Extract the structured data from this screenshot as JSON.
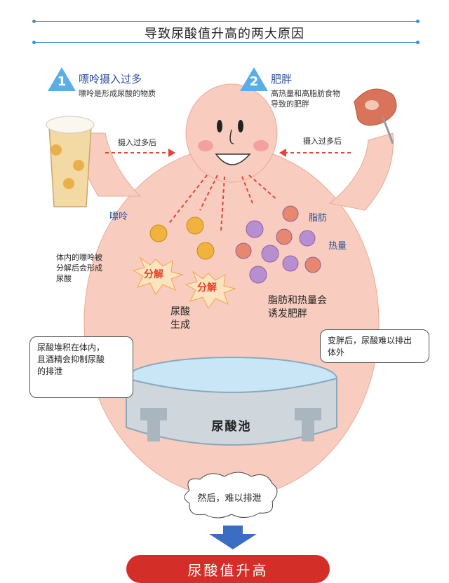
{
  "title": "导致尿酸值升高的两大原因",
  "cause1": {
    "number": "1",
    "heading": "嘌呤摄入过多",
    "sub": "嘌呤是形成尿酸的物质"
  },
  "cause2": {
    "number": "2",
    "heading": "肥胖",
    "sub_lines": [
      "高热量和高脂肪食物",
      "导致的肥胖"
    ]
  },
  "labels": {
    "intake_left": "摄入过多后",
    "intake_right": "摄入过多后",
    "purine": "嘌呤",
    "fat": "脂肪",
    "heat": "热量",
    "breakdown_lines": [
      "体内的嘌呤被",
      "分解后会形成",
      "尿酸"
    ],
    "decompose_1": "分解",
    "decompose_2": "分解",
    "uric_gen_lines": [
      "尿酸",
      "生成"
    ],
    "fat_heat_lines": [
      "脂肪和热量会",
      "诱发肥胖"
    ]
  },
  "bubble_left_lines": [
    "尿酸堆积在体内，",
    "且酒精会抑制尿酸",
    "的排泄"
  ],
  "bubble_right_lines": [
    "变胖后，尿酸难以排出",
    "体外"
  ],
  "pool_label": "尿酸池",
  "cloud_text": "然后，难以排泄",
  "banner_text": "尿酸值升高",
  "colors": {
    "accent_blue": "#5aaee8",
    "body": "#f7c6b8",
    "red_banner": "#d42e28",
    "arrow_red": "#e0453a"
  }
}
